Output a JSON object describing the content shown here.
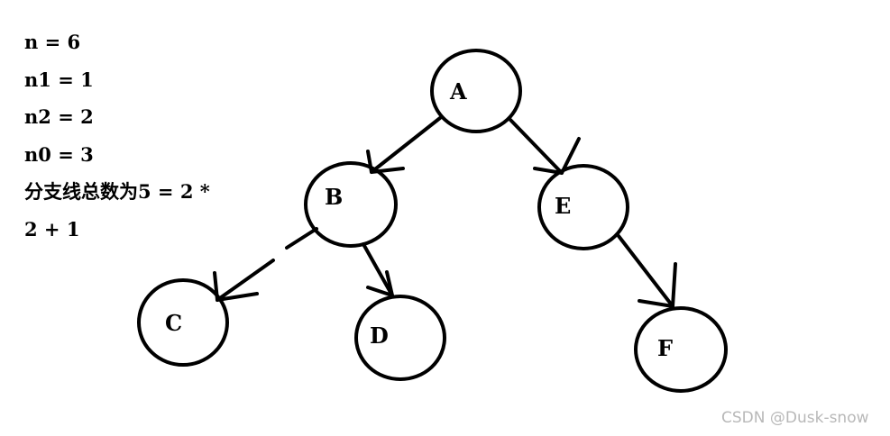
{
  "notes": [
    "n = 6",
    "n1 = 1",
    "n2 = 2",
    "n0 = 3",
    "分支线总数为5 = 2 *",
    "2 + 1"
  ],
  "nodes": {
    "A": "A",
    "B": "B",
    "C": "C",
    "D": "D",
    "E": "E",
    "F": "F"
  },
  "edges": [
    {
      "from": "A",
      "to": "B"
    },
    {
      "from": "A",
      "to": "E"
    },
    {
      "from": "B",
      "to": "C"
    },
    {
      "from": "B",
      "to": "D"
    },
    {
      "from": "E",
      "to": "F"
    }
  ],
  "watermark": "CSDN @Dusk-snow"
}
